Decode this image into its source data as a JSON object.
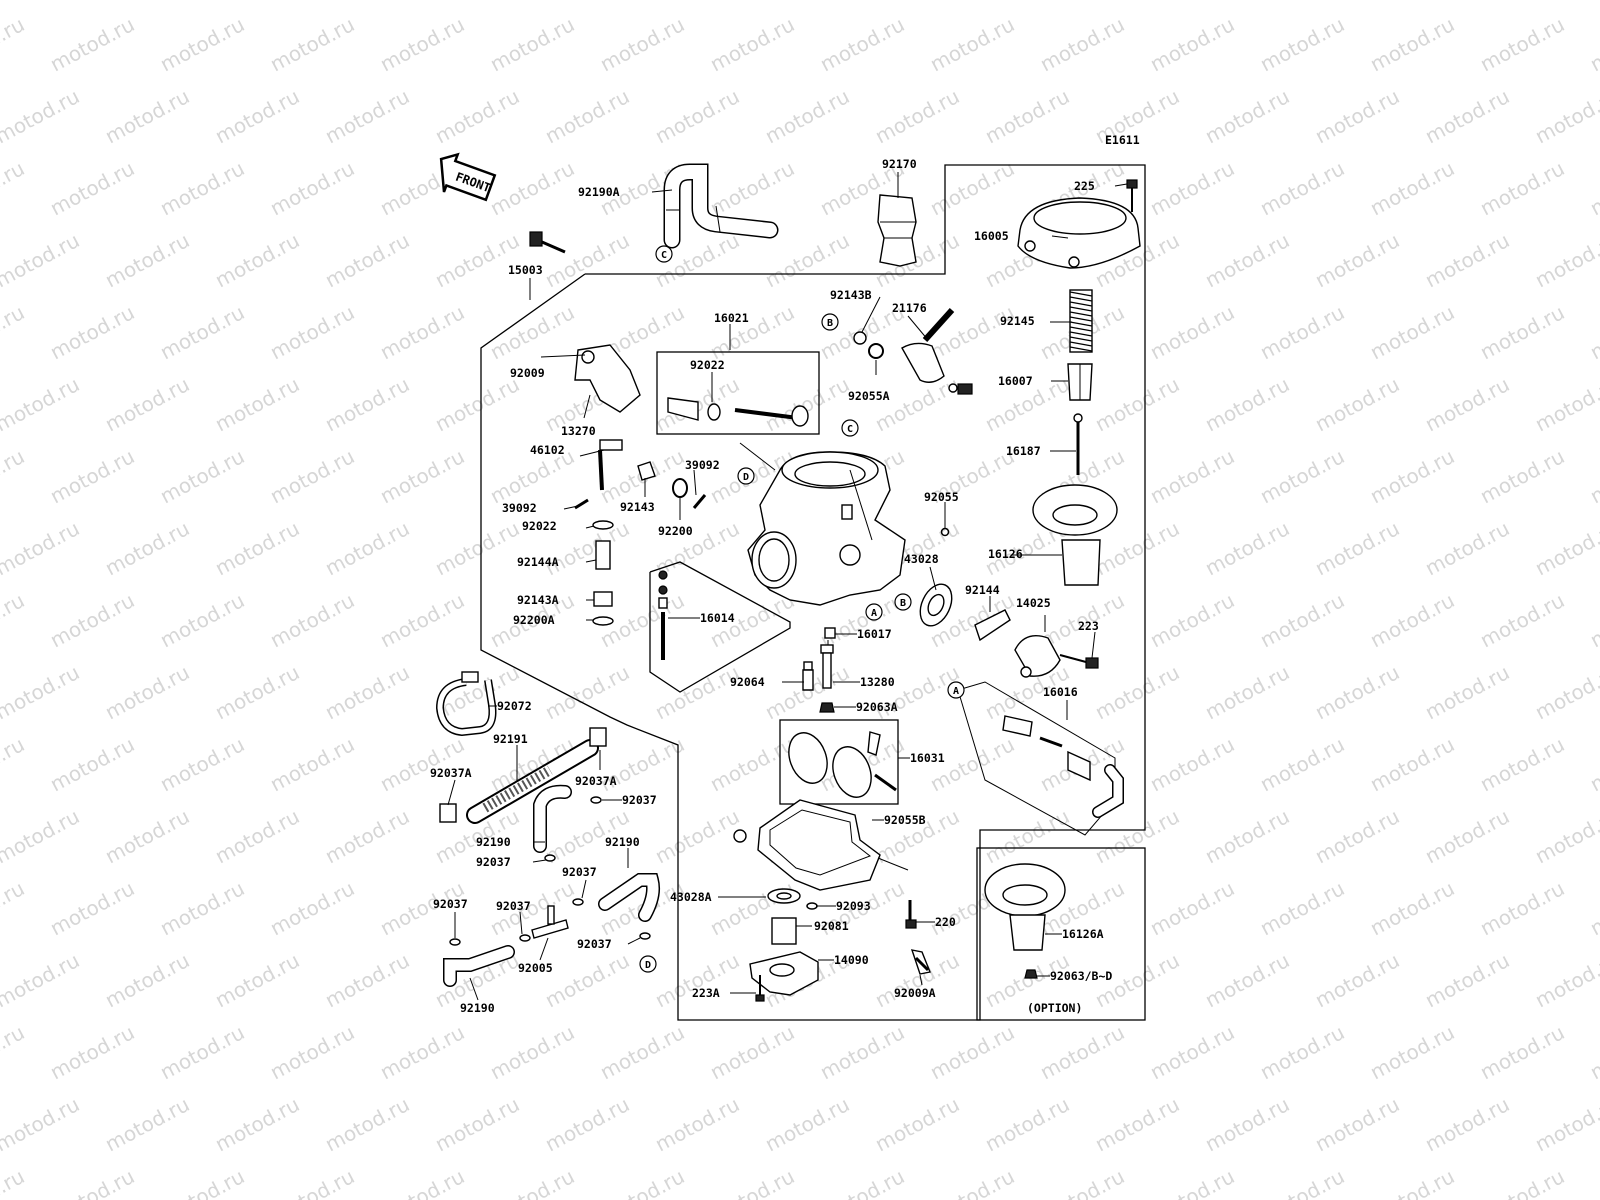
{
  "watermark": "motod.ru",
  "diagram_code": "E1611",
  "front_label": "FRONT",
  "option_label": "(OPTION)",
  "refs": [
    "A",
    "B",
    "C",
    "D"
  ],
  "parts": {
    "p92190A": "92190A",
    "p92170": "92170",
    "p225": "225",
    "p16005": "16005",
    "p15003": "15003",
    "p92143B": "92143B",
    "p21176": "21176",
    "p16021": "16021",
    "p92145": "92145",
    "p92009": "92009",
    "p92022a": "92022",
    "p92055A": "92055A",
    "p16007": "16007",
    "p13270": "13270",
    "p16187": "16187",
    "p46102": "46102",
    "p39092a": "39092",
    "p92055": "92055",
    "p39092b": "39092",
    "p92143": "92143",
    "p92022b": "92022",
    "p92200": "92200",
    "p16126": "16126",
    "p43028": "43028",
    "p92144A": "92144A",
    "p92143A": "92143A",
    "p92144": "92144",
    "p14025": "14025",
    "p92200A": "92200A",
    "p16014": "16014",
    "p223": "223",
    "p16017": "16017",
    "p92064": "92064",
    "p13280": "13280",
    "p92063A": "92063A",
    "p16016": "16016",
    "p92072": "92072",
    "p92191": "92191",
    "p16031": "16031",
    "p92037Aa": "92037A",
    "p92037Ab": "92037A",
    "p92037a": "92037",
    "p92055B": "92055B",
    "p92190a": "92190",
    "p92037b": "92037",
    "p92190b": "92190",
    "p92037c": "92037",
    "p43028A": "43028A",
    "p92093": "92093",
    "p92037d": "92037",
    "p92037e": "92037",
    "p220": "220",
    "p92081": "92081",
    "p16126A": "16126A",
    "p92037f": "92037",
    "p92005": "92005",
    "p14090": "14090",
    "p92063BD": "92063/B~D",
    "p223A": "223A",
    "p92009A": "92009A",
    "p92190c": "92190"
  }
}
